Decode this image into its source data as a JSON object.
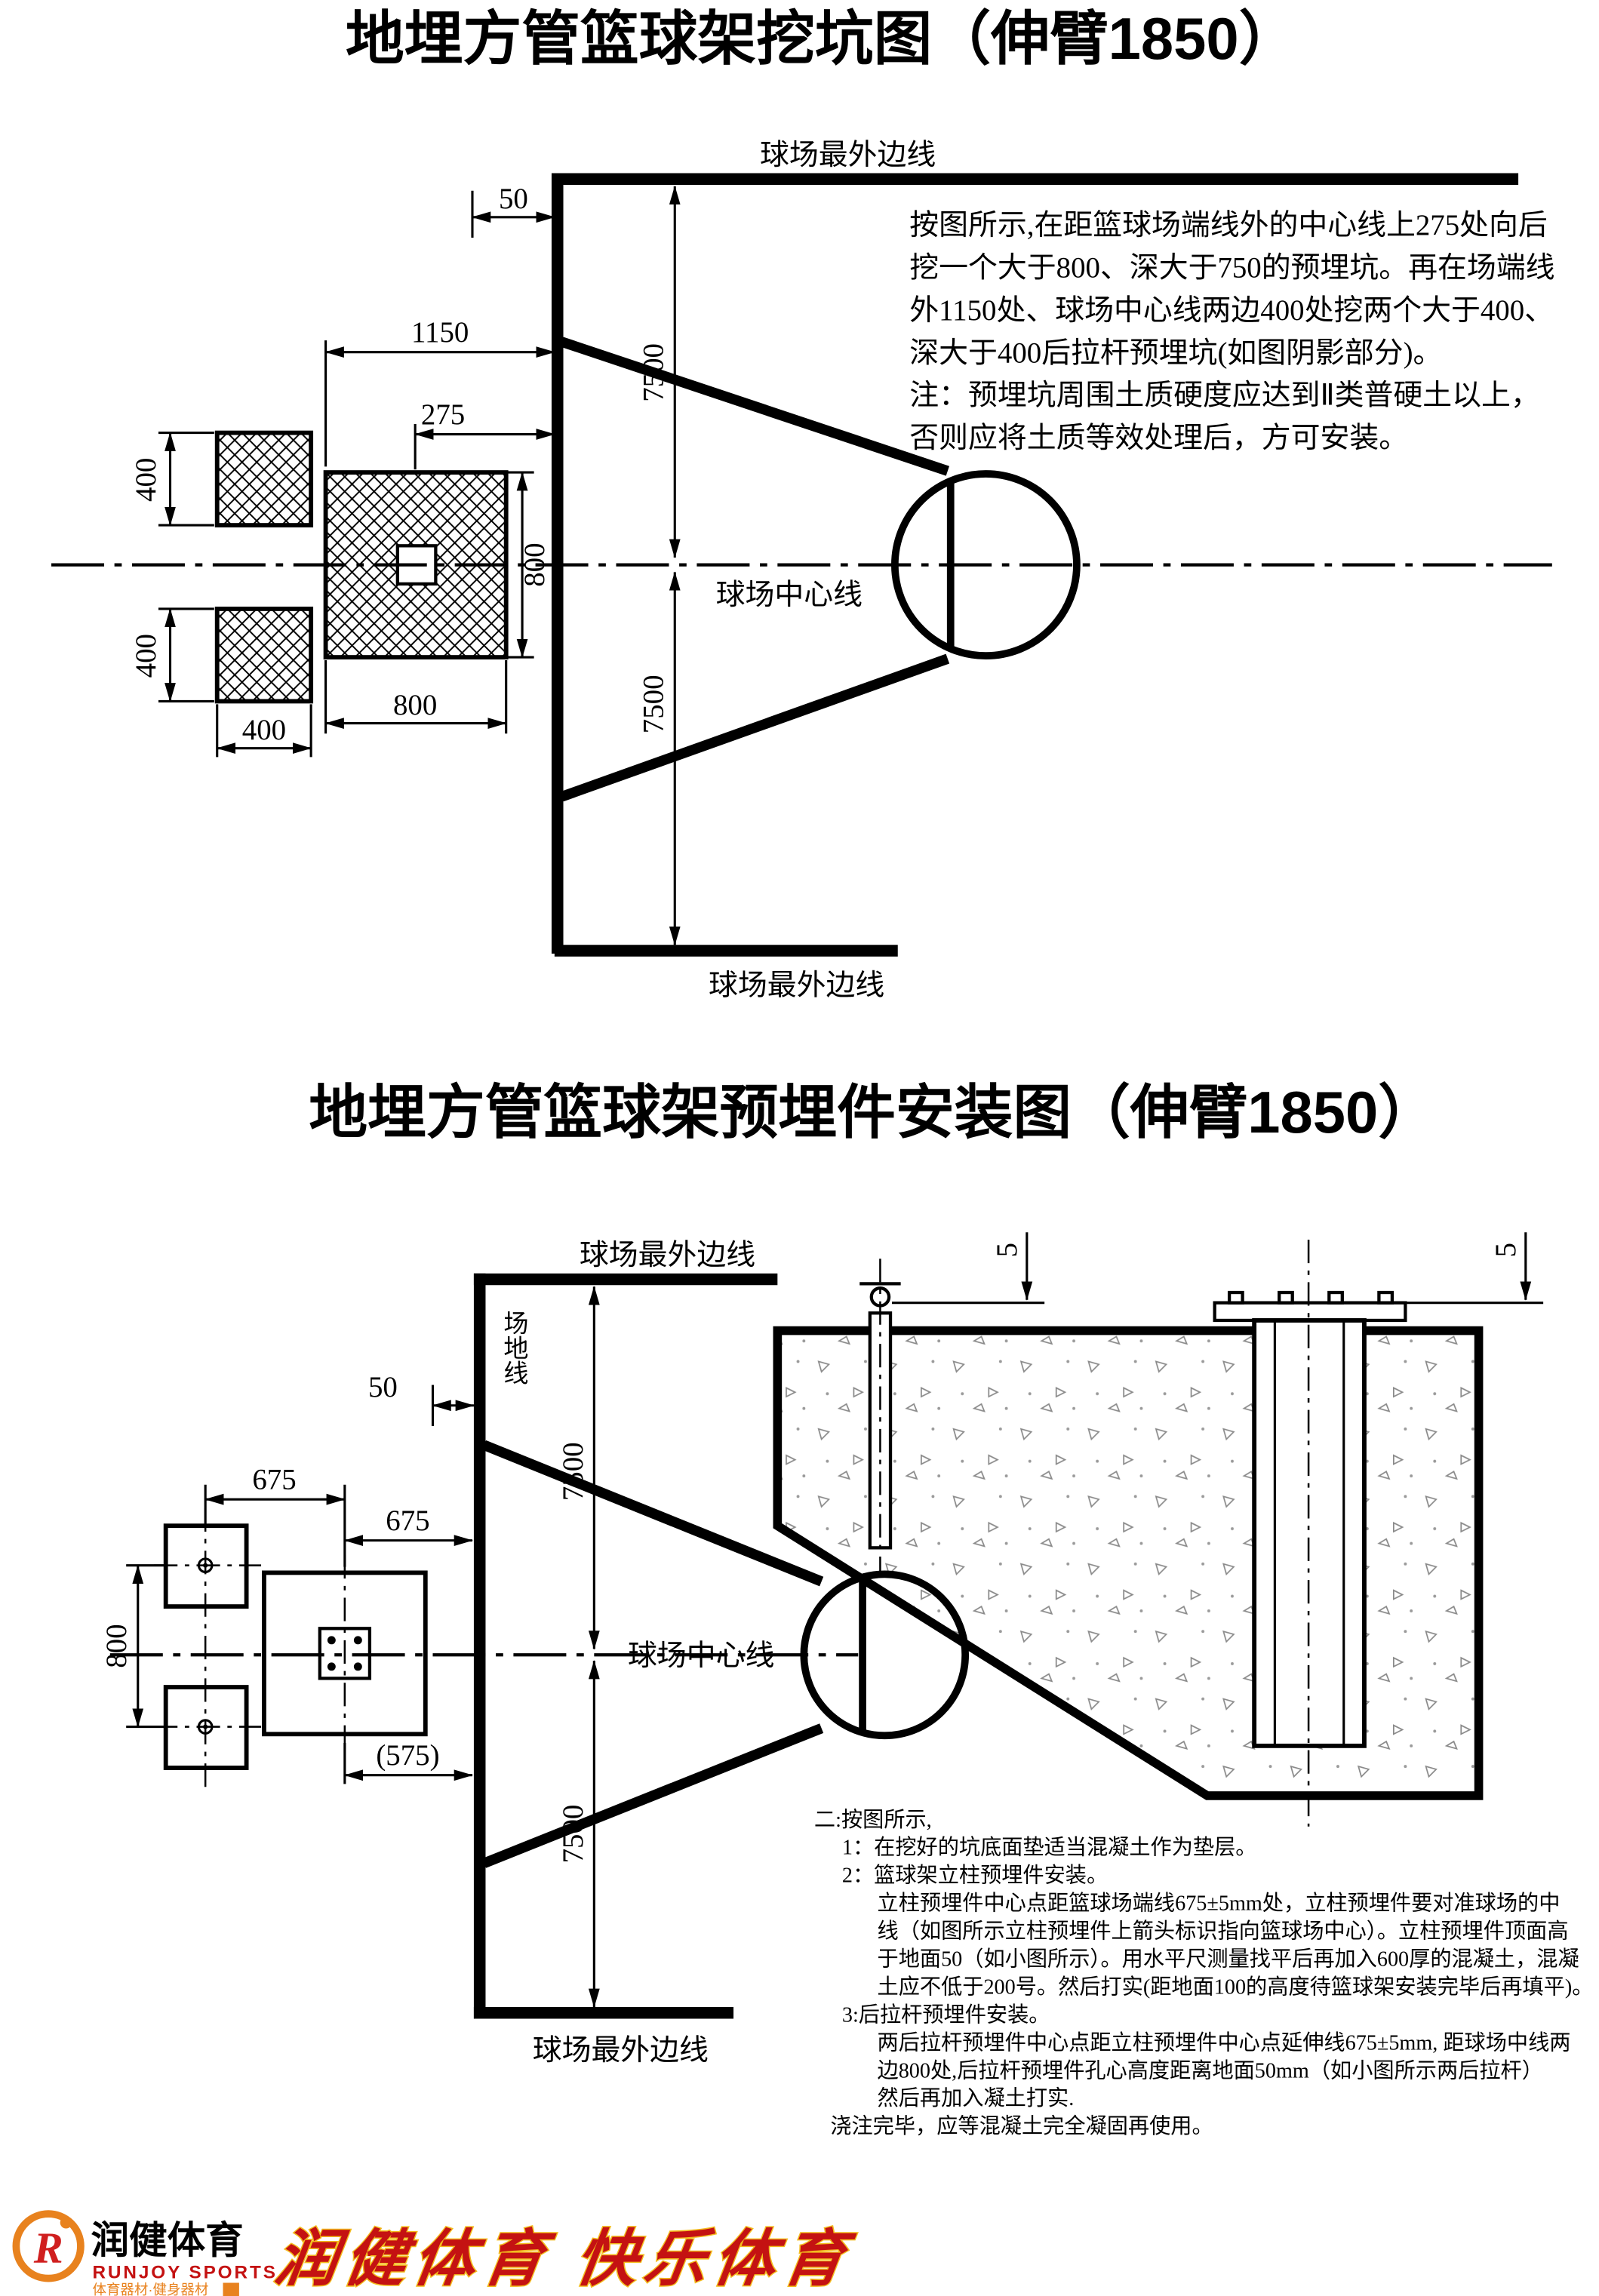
{
  "top": {
    "title": "地埋方管篮球架挖坑图（伸臂1850）",
    "labels": {
      "boundary_top": "球场最外边线",
      "boundary_bottom": "球场最外边线",
      "center_line": "球场中心线"
    },
    "dims": {
      "offset_50": "50",
      "half_court_upper": "7500",
      "pit_back_1150": "1150",
      "pit_center_275": "275",
      "rear_pit_top_400": "400",
      "rear_pit_bottom_400": "400",
      "main_pit_height_800": "800",
      "rear_pit_width_400": "400",
      "main_pit_width_800": "800",
      "half_court_lower": "7500"
    },
    "note_lines": [
      "按图所示,在距篮球场端线外的中心线上275处向后",
      "挖一个大于800、深大于750的预埋坑。再在场端线",
      "外1150处、球场中心线两边400处挖两个大于400、",
      "深大于400后拉杆预埋坑(如图阴影部分)。",
      "注：预埋坑周围土质硬度应达到Ⅱ类普硬土以上，",
      "否则应将土质等效处理后，方可安装。"
    ]
  },
  "bottom": {
    "title": "地埋方管篮球架预埋件安装图（伸臂1850）",
    "labels": {
      "boundary_top": "球场最外边线",
      "boundary_bottom": "球场最外边线",
      "center_line": "球场中心线",
      "field_line": "场地线"
    },
    "dims": {
      "offset_50": "50",
      "anchor_675_a": "675",
      "anchor_675_b": "675",
      "rear_spacing_800": "800",
      "paren_575": "(575)",
      "half_court_upper": "7500",
      "half_court_lower": "7500",
      "plate_5_left": "5",
      "plate_5_right": "5"
    },
    "note_lines": [
      "二:按图所示,",
      "1：在挖好的坑底面垫适当混凝土作为垫层。",
      "2：篮球架立柱预埋件安装。",
      "立柱预埋件中心点距篮球场端线675±5mm处，立柱预埋件要对准球场的中",
      "线（如图所示立柱预埋件上箭头标识指向篮球场中心）。立柱预埋件顶面高",
      "于地面50（如小图所示）。用水平尺测量找平后再加入600厚的混凝土，混凝",
      "土应不低于200号。然后打实(距地面100的高度待篮球架安装完毕后再填平)。",
      "3:后拉杆预埋件安装。",
      "两后拉杆预埋件中心点距立柱预埋件中心点延伸线675±5mm, 距球场中线两",
      "边800处,后拉杆预埋件孔心高度距离地面50mm（如小图所示两后拉杆）",
      "然后再加入凝土打实.",
      "浇注完毕，应等混凝土完全凝固再使用。"
    ]
  },
  "footer": {
    "logo_r": "R",
    "brand_cn": "润健体育",
    "brand_en": "RUNJOY SPORTS",
    "brand_sub": "体育器材·健身器材",
    "slogan": "润健体育 快乐体育"
  },
  "colors": {
    "line": "#000000",
    "brand_orange": "#e8821e",
    "brand_red": "#c41212",
    "slogan_outline": "#f3bc1e"
  }
}
